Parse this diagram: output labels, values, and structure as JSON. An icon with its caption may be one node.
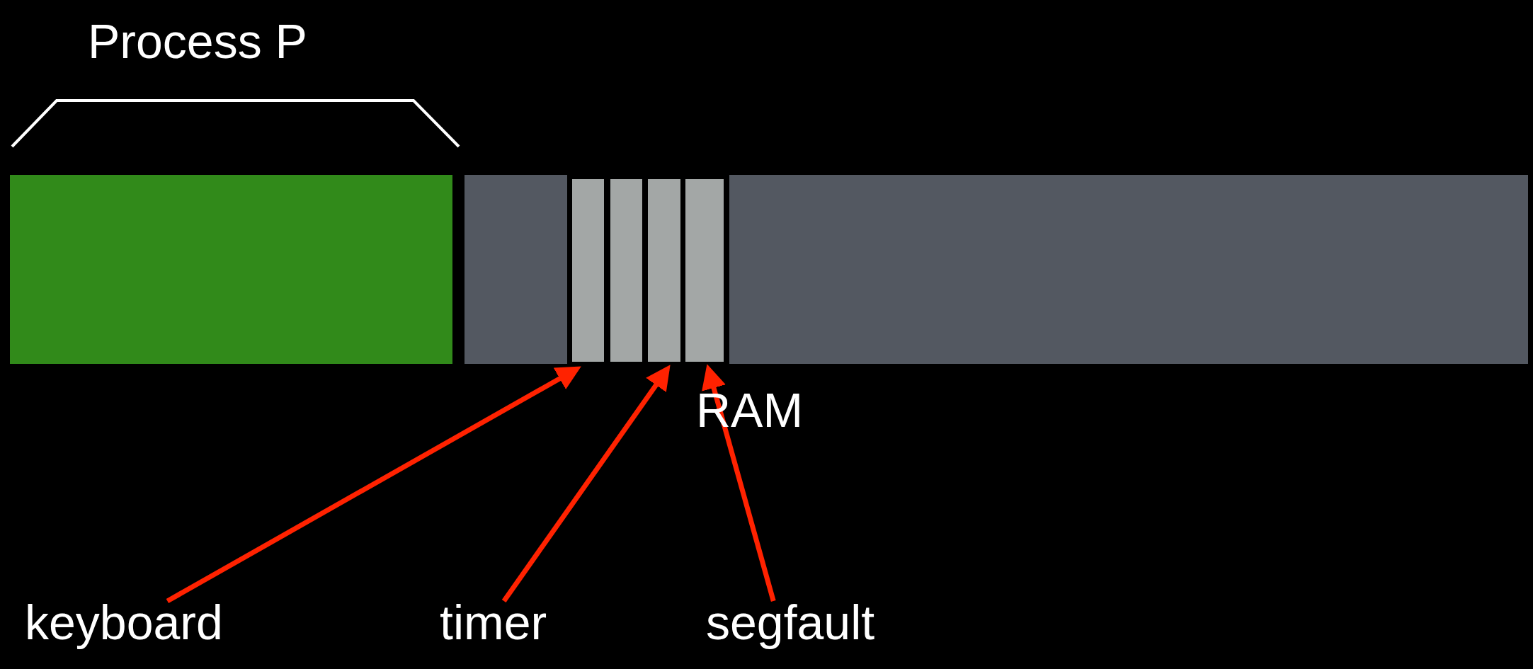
{
  "diagram": {
    "nodes": [
      {
        "text": [],
        "shape": "box"
      },
      {
        "text": [],
        "shape": "box"
      },
      {
        "text": [],
        "shape": "box"
      },
      {
        "text": [],
        "shape": "box"
      },
      {
        "text": [],
        "shape": "box"
      },
      {
        "text": [],
        "shape": "box"
      },
      {
        "text": [],
        "shape": "box"
      },
      {
        "text": [
          "keyboard"
        ]
      },
      {
        "text": [
          "timer"
        ]
      },
      {
        "text": [
          "segfault"
        ]
      }
    ],
    "edges": [
      {
        "from": 7,
        "to": 2,
        "arrow": "to"
      },
      {
        "from": 8,
        "to": 4,
        "arrow": "to"
      },
      {
        "from": 9,
        "to": 5,
        "arrow": "to"
      }
    ],
    "labels": [
      "Process P",
      "RAM"
    ]
  }
}
